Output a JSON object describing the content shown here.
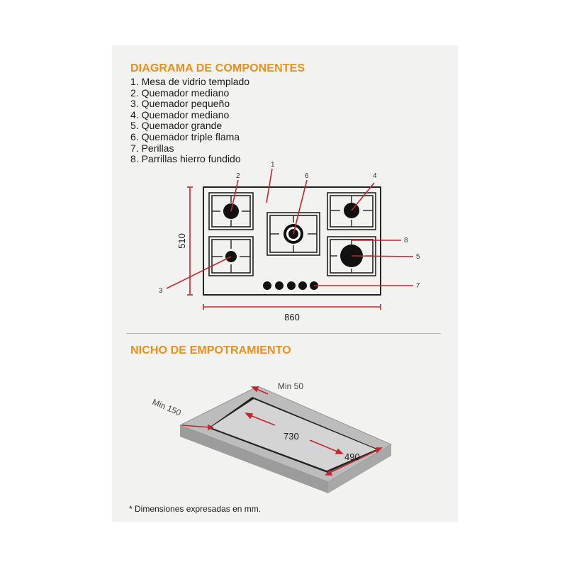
{
  "section1": {
    "title": "DIAGRAMA DE COMPONENTES",
    "items": [
      "1. Mesa de vidrio templado",
      "2. Quemador mediano",
      "3. Quemador pequeño",
      "4. Quemador mediano",
      "5. Quemador grande",
      "6. Quemador triple flama",
      "7. Perillas",
      "8. Parrillas hierro fundido"
    ]
  },
  "diagram": {
    "callouts": {
      "c1": "1",
      "c2": "2",
      "c3": "3",
      "c4": "4",
      "c5": "5",
      "c6": "6",
      "c7": "7",
      "c8": "8"
    },
    "height_dim": "510",
    "width_dim": "860"
  },
  "section2": {
    "title": "NICHO DE EMPOTRAMIENTO",
    "min_back": "Min 50",
    "min_front": "Min 150",
    "cut_width": "730",
    "cut_depth": "490"
  },
  "footnote": "* Dimensiones expresadas en mm.",
  "colors": {
    "accent": "#e8901a",
    "dimension": "#c4262e"
  }
}
